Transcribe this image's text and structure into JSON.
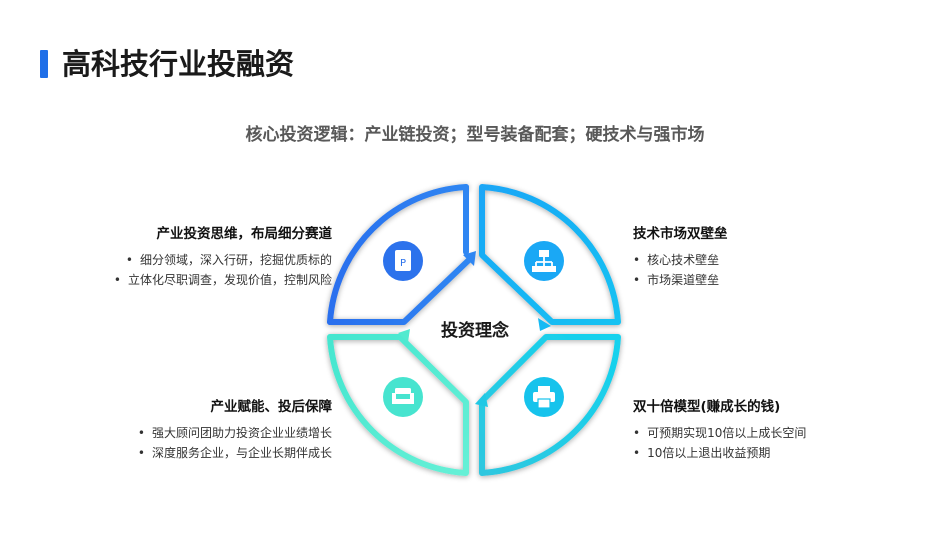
{
  "header": {
    "title": "高科技行业投融资",
    "subtitle": "核心投资逻辑：产业链投资；型号装备配套；硬技术与强市场"
  },
  "diagram": {
    "center": "投资理念",
    "colors": {
      "accent": "#1f6fe8",
      "blue": "#2b78ee",
      "cyan": "#17b4f5",
      "teal": "#22c8e0",
      "mint": "#47e8d3"
    },
    "quadrants": {
      "top_left": {
        "heading": "产业投资思维，布局细分赛道",
        "bullets": [
          "细分领域，深入行研，挖掘优质标的",
          "立体化尽职调查，发现价值，控制风险"
        ],
        "icon": "document-icon"
      },
      "top_right": {
        "heading": "技术市场双壁垒",
        "bullets": [
          "核心技术壁垒",
          "市场渠道壁垒"
        ],
        "icon": "org-chart-icon"
      },
      "bottom_left": {
        "heading": "产业赋能、投后保障",
        "bullets": [
          "强大顾问团助力投资企业业绩增长",
          "深度服务企业，与企业长期伴成长"
        ],
        "icon": "sofa-icon"
      },
      "bottom_right": {
        "heading": "双十倍模型(赚成长的钱)",
        "bullets": [
          "可预期实现10倍以上成长空间",
          "10倍以上退出收益预期"
        ],
        "icon": "printer-icon"
      }
    }
  }
}
